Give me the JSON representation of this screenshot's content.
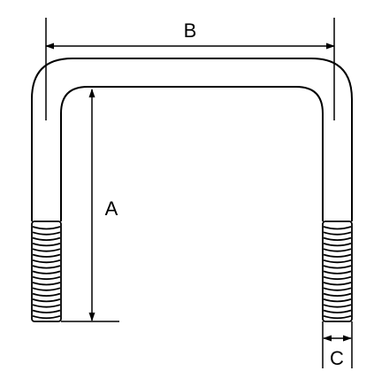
{
  "diagram": {
    "labels": {
      "width": "B",
      "height": "A",
      "diameter": "C"
    },
    "colors": {
      "stroke": "#000000",
      "background": "#ffffff"
    }
  }
}
